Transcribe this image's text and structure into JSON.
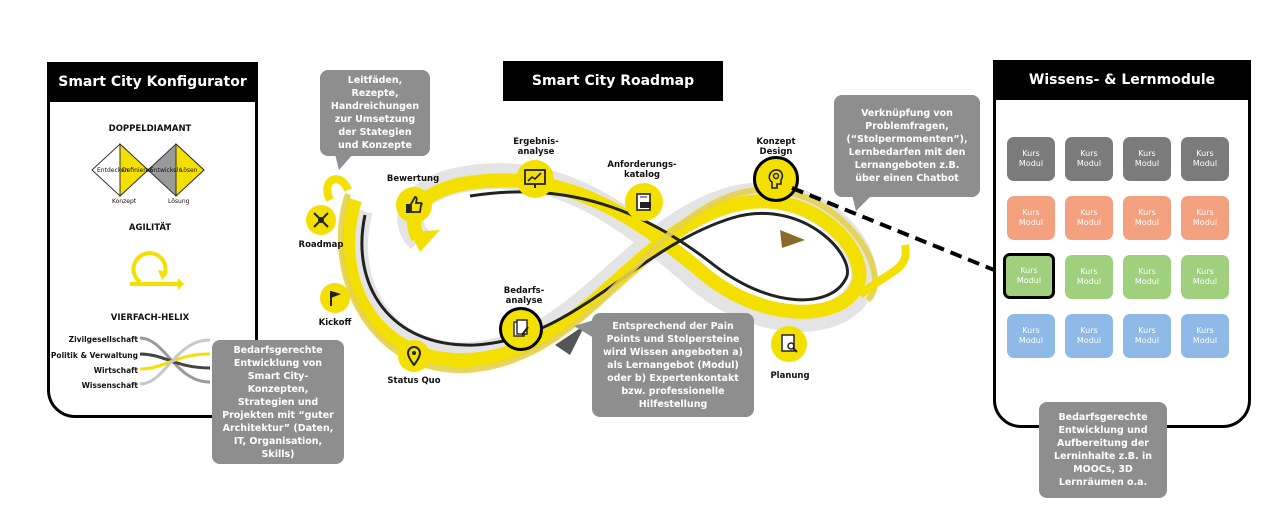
{
  "left_panel": {
    "title": "Smart City Konfigurator",
    "doppeldiamant": {
      "heading": "DOPPELDIAMANT",
      "stages": [
        "Entdecken",
        "Definieren",
        "Entwickeln",
        "Lösen"
      ],
      "under": [
        "Konzept",
        "Lösung"
      ]
    },
    "agilitaet": {
      "heading": "AGILITÄT"
    },
    "helix": {
      "heading": "VIERFACH-HELIX",
      "rows": [
        "Zivilgesellschaft",
        "Politik & Verwaltung",
        "Wirtschaft",
        "Wissenschaft"
      ]
    },
    "bubble": "Bedarfsgerechte Entwicklung von Smart City-Konzepten, Strategien und Projekten mit “guter Architektur” (Daten, IT, Organisation, Skills)"
  },
  "center": {
    "title": "Smart City Roadmap",
    "bubble_top": "Leitfäden, Rezepte, Handreichungen zur Umsetzung der Stategien und Konzepte",
    "bubble_right": "Verknüpfung von Problemfragen, (“Stolpermomenten”), Lernbedarfen mit den Lernangeboten z.B. über einen Chatbot",
    "bubble_bottom": "Entsprechend der Pain Points und Stolpersteine wird Wissen angeboten a) als Lernangebot (Modul) oder b) Expertenkontakt bzw. professionelle Hilfestellung",
    "stages": {
      "roadmap": "Roadmap",
      "kickoff": "Kickoff",
      "status_quo": "Status Quo",
      "bewertung": "Bewertung",
      "ergebnis": "Ergebnis-\nanalyse",
      "anforderung": "Anforderungs-\nkatalog",
      "konzept": "Konzept\nDesign",
      "bedarf": "Bedarfs-\nanalyse",
      "planung": "Planung"
    }
  },
  "right_panel": {
    "title": "Wissens- & Lernmodule",
    "module_label_line1": "Kurs",
    "module_label_line2": "Modul",
    "row_colors": [
      "#7b7b7b",
      "#f2a07e",
      "#9fd07e",
      "#8fb9e6"
    ],
    "bubble": "Bedarfsgerechte Entwicklung und Aufbereitung der Lerninhalte z.B. in MOOCs, 3D Lernräumen o.a."
  },
  "colors": {
    "accent": "#f4e000",
    "bubble": "#8e8e8e",
    "frame": "#000000"
  }
}
